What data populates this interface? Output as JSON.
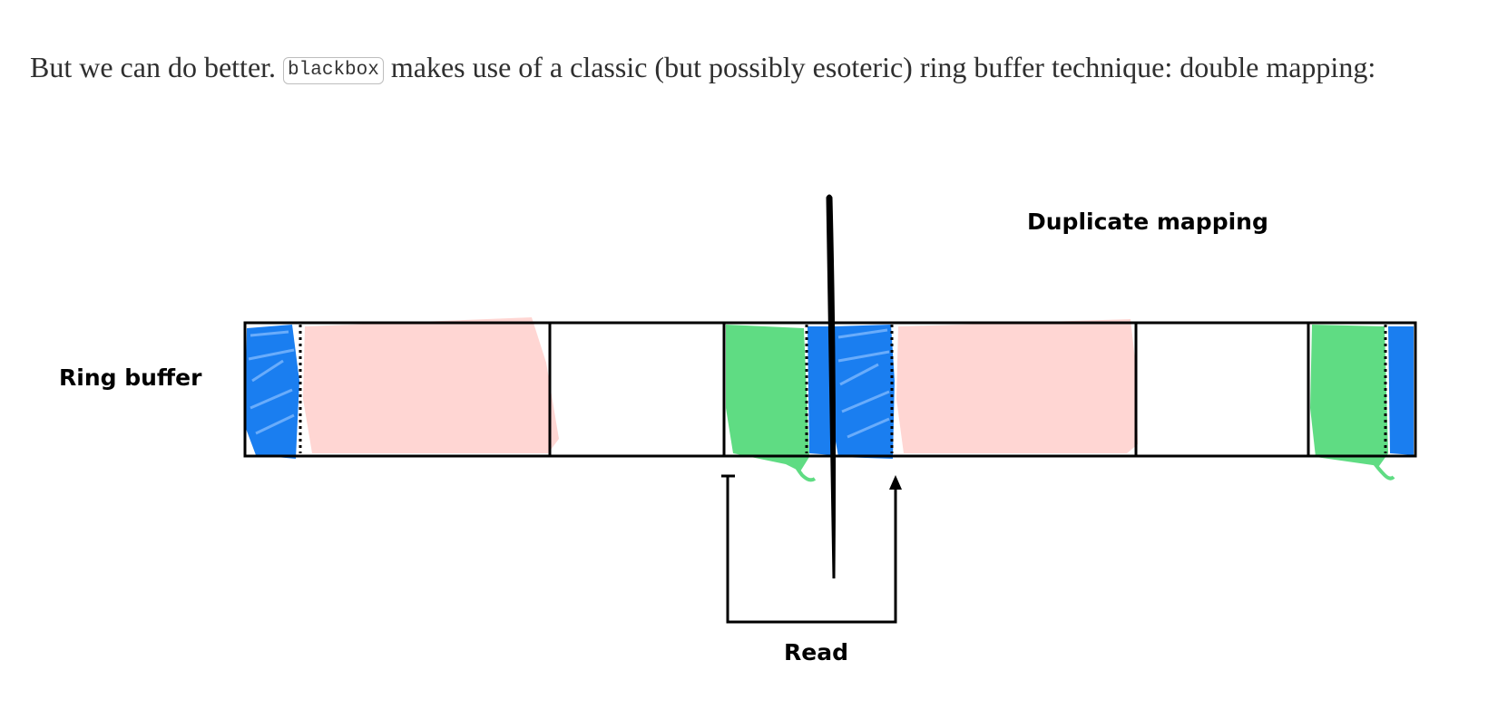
{
  "intro": {
    "text_before": "But we can do better. ",
    "code": "blackbox",
    "text_after": " makes use of a classic (but possibly esoteric) ring buffer technique: double mapping:"
  },
  "diagram": {
    "label_ring_buffer": "Ring buffer",
    "label_duplicate": "Duplicate mapping",
    "label_read": "Read",
    "colors": {
      "blue": "#1a7ef0",
      "pink": "#ffd6d3",
      "green": "#5fdc83",
      "outline": "#000000"
    }
  }
}
